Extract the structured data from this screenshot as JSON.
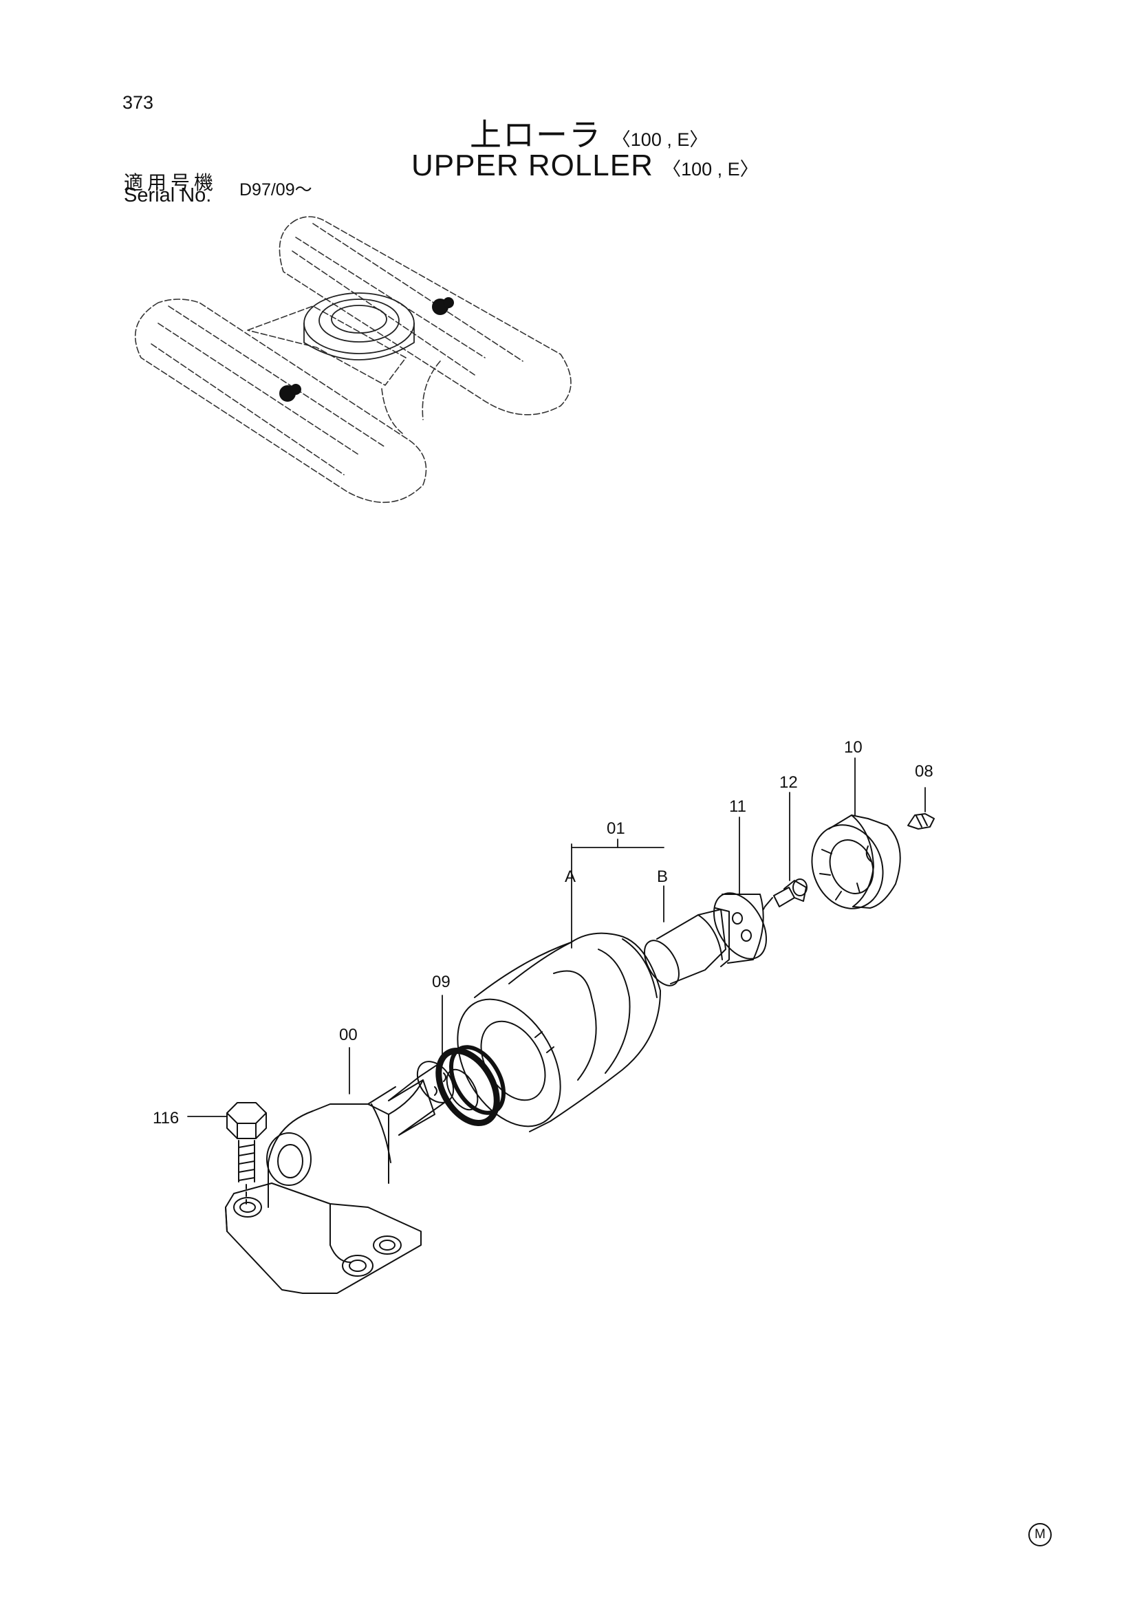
{
  "page": {
    "number": "373",
    "mark": "M"
  },
  "title": {
    "jp": "上ローラ",
    "en": "UPPER ROLLER",
    "variant": "〈100 , E〉"
  },
  "serial": {
    "label_jp": "適用号機",
    "label_en": "Serial No.",
    "value": "D97/09～"
  },
  "callouts": {
    "c00": "00",
    "c01": "01",
    "cA": "A",
    "cB": "B",
    "c08": "08",
    "c09": "09",
    "c10": "10",
    "c11": "11",
    "c12": "12",
    "c116": "116"
  }
}
